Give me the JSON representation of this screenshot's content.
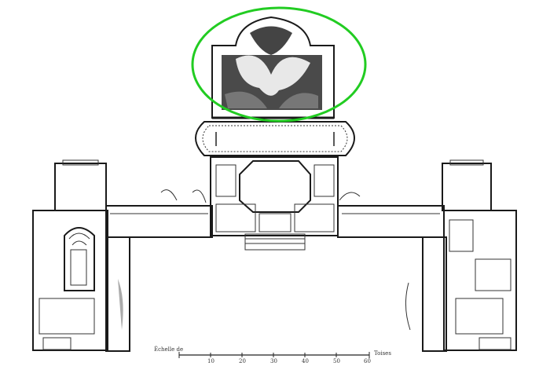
{
  "highlight": {
    "color": "#22cc22"
  },
  "scale_bar": {
    "label_left": "Échelle de",
    "label_right": "Toises",
    "ticks": [
      "10",
      "20",
      "30",
      "40",
      "50",
      "60"
    ]
  }
}
